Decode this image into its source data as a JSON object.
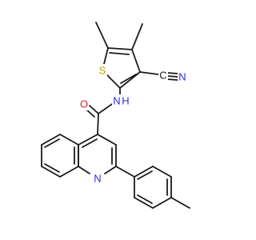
{
  "molecule": {
    "atoms": {
      "S": {
        "text": "S",
        "color": "#b3a100"
      },
      "N_nitrile": {
        "text": "N",
        "color": "#2b2bd9"
      },
      "C_nitrile": {
        "text": "C",
        "color": "#1a1a1a"
      },
      "O": {
        "text": "O",
        "color": "#e02020"
      },
      "NH": {
        "text": "N",
        "color": "#2b2bd9"
      },
      "H": {
        "text": "H",
        "color": "#2b2bd9"
      },
      "N_quinoline": {
        "text": "N",
        "color": "#2b2bd9"
      }
    }
  }
}
